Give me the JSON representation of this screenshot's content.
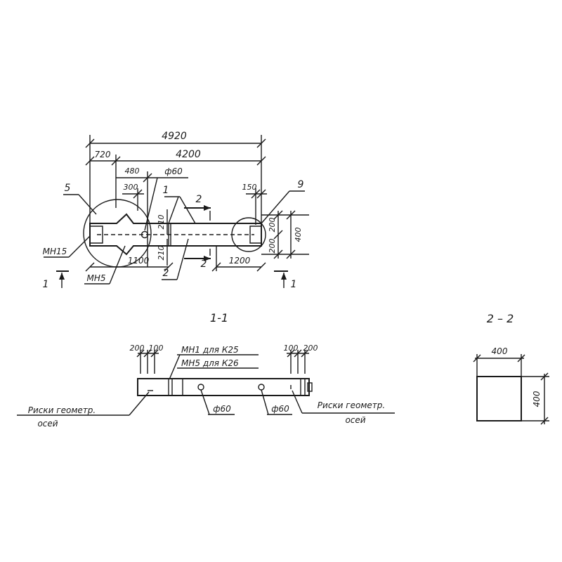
{
  "plan": {
    "dim_total": "4920",
    "dim_left": "720",
    "dim_main": "4200",
    "dim_480": "480",
    "dim_300": "300",
    "dim_hole": "ф60",
    "dim_150": "150",
    "dim_210_top": "210",
    "dim_210_bot": "210",
    "dim_200_top": "200",
    "dim_200_bot": "200",
    "dim_400": "400",
    "dim_1100": "1100",
    "dim_1200": "1200",
    "callout_5": "5",
    "callout_1": "1",
    "callout_2_top": "2",
    "callout_2_bot": "2",
    "callout_2_mid": "2",
    "callout_9": "9",
    "label_mh15": "МН15",
    "label_mh5": "МН5",
    "section_left": "1",
    "section_right": "1"
  },
  "section_1_1": {
    "title": "1-1",
    "dim_200_l": "200",
    "dim_100_l": "100",
    "dim_100_r": "100",
    "dim_200_r": "200",
    "note_line1": "МН1 для К25",
    "note_line2": "МН5 для К26",
    "hole_1": "ф60",
    "hole_2": "ф60",
    "risk_left_1": "Риски геометр.",
    "risk_left_2": "осей",
    "risk_right_1": "Риски геометр.",
    "risk_right_2": "осей"
  },
  "section_2_2": {
    "title": "2 – 2",
    "dim_width": "400",
    "dim_height": "400"
  }
}
